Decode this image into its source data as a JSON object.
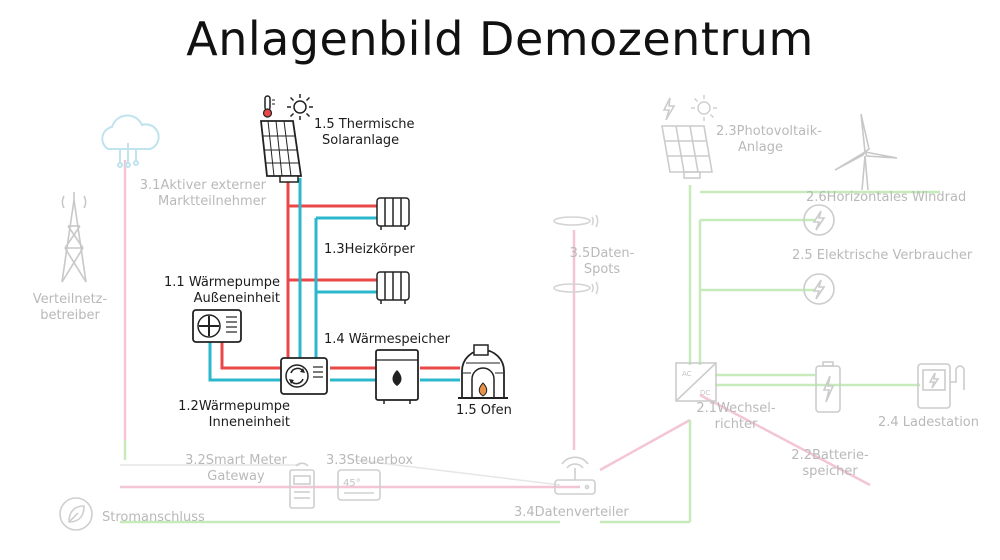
{
  "title": "Anlagenbild Demozentrum",
  "colors": {
    "heating_flow": "#e84848",
    "heating_return": "#2bb7cc",
    "power_line": "#c6eab9",
    "market_line": "#f4c5d6",
    "faded_text": "#b9b9b9",
    "active_text": "#1b1b1b"
  },
  "components": {
    "solar_thermal": {
      "line1": "1.5 Thermische",
      "line2": "Solaranlage",
      "icon": "solar-panel-icon"
    },
    "radiators": {
      "label": "1.3Heizkörper",
      "icon": "radiator-icon"
    },
    "heat_pump_outdoor": {
      "line1": "1.1 Wärmepumpe",
      "line2": "Außeneinheit",
      "icon": "heat-pump-outdoor-icon"
    },
    "heat_storage": {
      "label": "1.4 Wärmespeicher",
      "icon": "heat-storage-icon"
    },
    "oven": {
      "label": "1.5 Ofen",
      "icon": "oven-icon"
    },
    "heat_pump_indoor": {
      "line1": "1.2Wärmepumpe",
      "line2": "Inneneinheit",
      "icon": "heat-pump-indoor-icon"
    },
    "market_participant": {
      "line1": "3.1Aktiver externer",
      "line2": "Marktteilnehmer",
      "icon": "cloud-icon"
    },
    "grid_operator": {
      "line1": "Verteilnetz-",
      "line2": "betreiber",
      "icon": "transmission-tower-icon"
    },
    "data_spots": {
      "line1": "3.5Daten-",
      "line2": "Spots",
      "icon": "data-spot-icon"
    },
    "photovoltaic": {
      "line1": "2.3Photovoltaik-",
      "line2": "Anlage",
      "icon": "pv-panel-icon"
    },
    "wind": {
      "label": "2.6Horizontales  Windrad",
      "icon": "wind-turbine-icon"
    },
    "consumers": {
      "label": "2.5 Elektrische Verbraucher",
      "icon": "lightning-icon"
    },
    "inverter": {
      "line1": "2.1Wechsel-",
      "line2": "richter",
      "icon": "inverter-icon"
    },
    "charging": {
      "label": "2.4 Ladestation",
      "icon": "charging-station-icon"
    },
    "battery": {
      "line1": "2.2Batterie-",
      "line2": "speicher",
      "icon": "battery-icon"
    },
    "smart_meter": {
      "line1": "3.2Smart Meter",
      "line2": "Gateway",
      "icon": "smart-meter-icon"
    },
    "control_box": {
      "label": "3.3Steuerbox",
      "icon": "thermostat-icon"
    },
    "data_distributor": {
      "label": "3.4Datenverteiler",
      "icon": "router-icon"
    },
    "power_connection": {
      "label": "Stromanschluss",
      "icon": "leaf-icon"
    }
  }
}
